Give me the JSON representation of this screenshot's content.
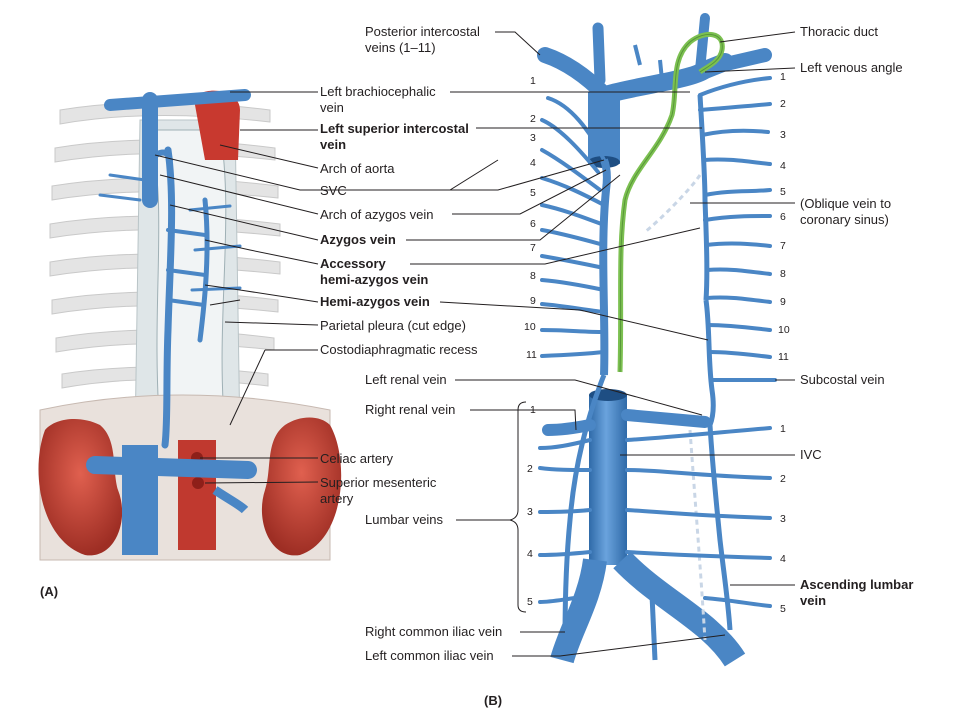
{
  "panel_a": {
    "id": "(A)",
    "labels": {
      "left_brachiocephalic_vein": [
        "Left brachiocephalic",
        "vein"
      ],
      "left_superior_intercostal_vein": [
        "Left superior intercostal",
        "vein"
      ],
      "arch_of_aorta": "Arch of aorta",
      "svc": "SVC",
      "arch_of_azygos_vein": "Arch of azygos vein",
      "azygos_vein": "Azygos vein",
      "accessory_hemi_azygos_vein": [
        "Accessory",
        "hemi-azygos vein"
      ],
      "hemi_azygos_vein": "Hemi-azygos vein",
      "parietal_pleura": "Parietal pleura (cut edge)",
      "costodiaphragmatic_recess": "Costodiaphragmatic recess",
      "celiac_artery": "Celiac artery",
      "superior_mesenteric_artery": [
        "Superior mesenteric",
        "artery"
      ]
    }
  },
  "panel_b": {
    "id": "(B)",
    "labels": {
      "posterior_intercostal_veins": [
        "Posterior intercostal",
        "veins (1–11)"
      ],
      "thoracic_duct": "Thoracic duct",
      "left_venous_angle": "Left venous angle",
      "oblique_vein": [
        "(Oblique vein to",
        "coronary sinus)"
      ],
      "subcostal_vein": "Subcostal vein",
      "left_renal_vein": "Left renal vein",
      "right_renal_vein": "Right renal vein",
      "ivc": "IVC",
      "lumbar_veins": "Lumbar veins",
      "ascending_lumbar_vein": [
        "Ascending lumbar",
        "vein"
      ],
      "right_common_iliac_vein": "Right common iliac vein",
      "left_common_iliac_vein": "Left common iliac vein"
    },
    "intercostal_numbers_right": [
      "1",
      "2",
      "3",
      "4",
      "5",
      "6",
      "7",
      "8",
      "9",
      "10",
      "11"
    ],
    "intercostal_numbers_left": [
      "1",
      "2",
      "3",
      "4",
      "5",
      "6",
      "7",
      "8",
      "9",
      "10",
      "11"
    ],
    "lumbar_numbers_right": [
      "1",
      "2",
      "3",
      "4",
      "5"
    ],
    "lumbar_numbers_left": [
      "1",
      "2",
      "3",
      "4",
      "5"
    ]
  },
  "colors": {
    "vein_blue": "#4a86c5",
    "vein_dark": "#2e5f96",
    "artery_red": "#c8392f",
    "kidney_red": "#c0453a",
    "duct_green": "#7cc051",
    "rib_gray": "#dcdcdc",
    "leader_line": "#231f20"
  }
}
